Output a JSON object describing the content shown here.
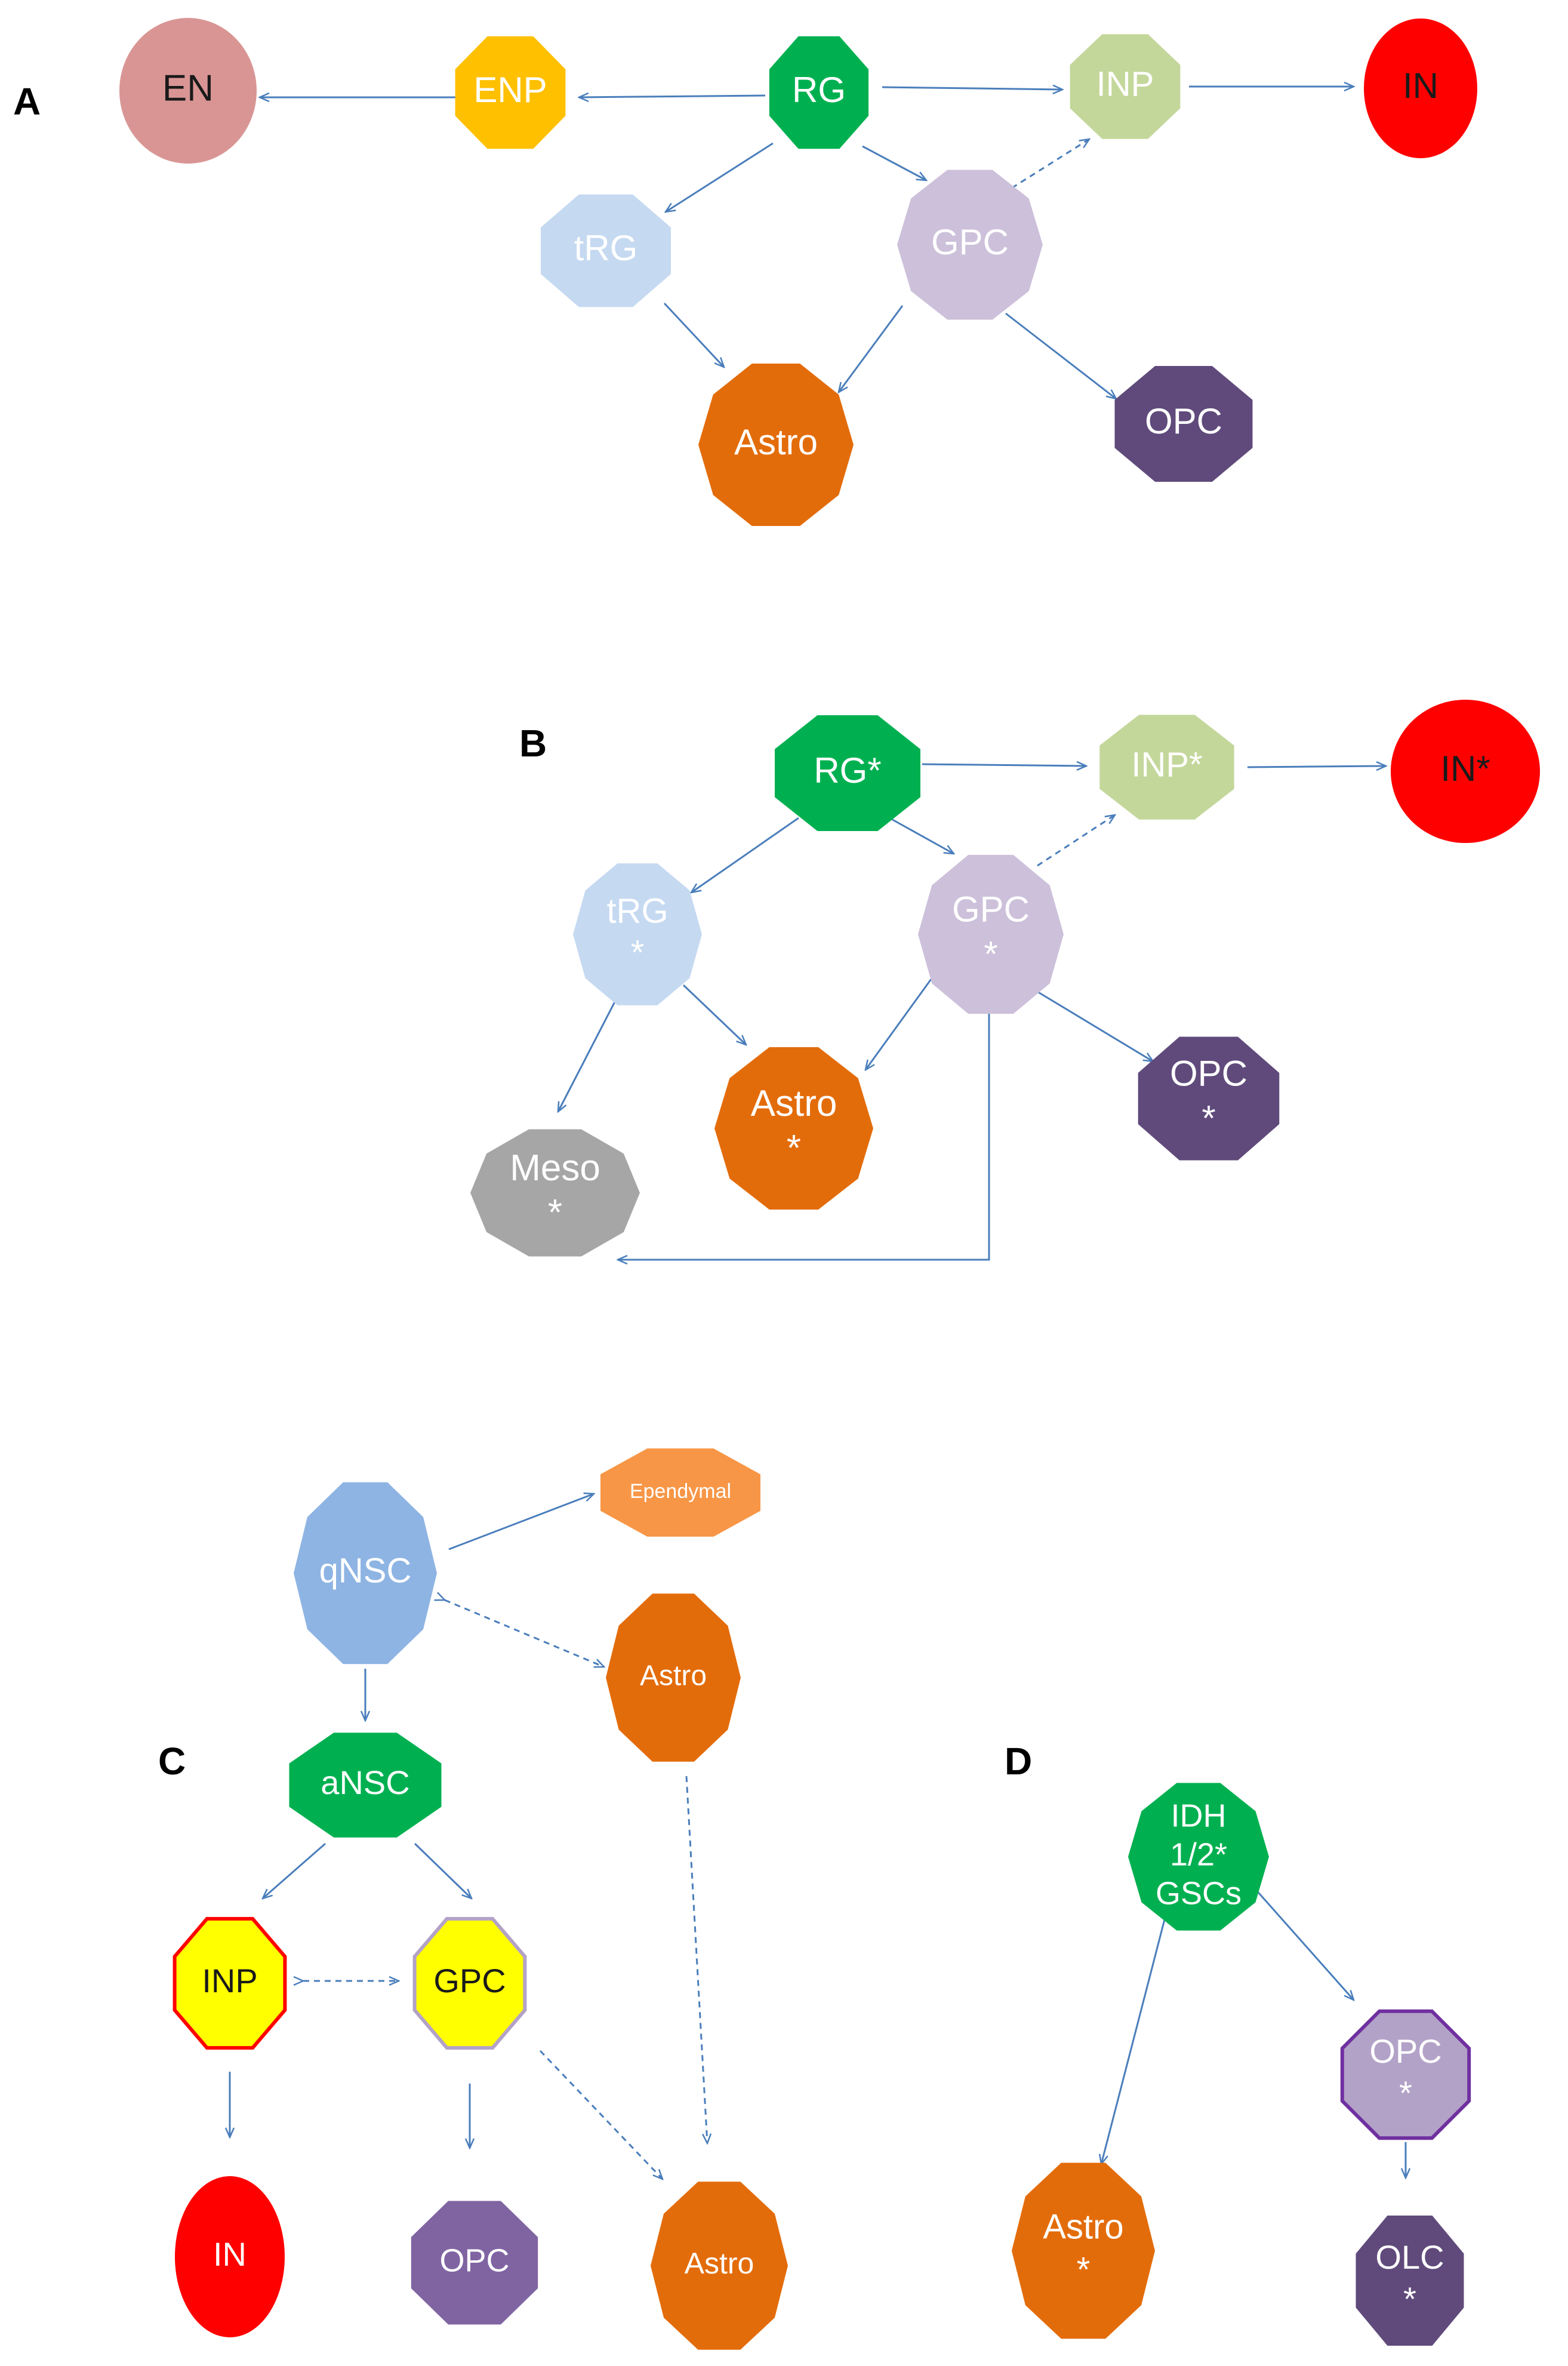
{
  "colors": {
    "arrow": "#4a7ebb"
  },
  "panels": {
    "A": {
      "label": "A",
      "nodes": {
        "EN": {
          "label": "EN",
          "fill": "#d99594"
        },
        "ENP": {
          "label": "ENP",
          "fill": "#ffc000"
        },
        "RG": {
          "label": "RG",
          "fill": "#00b050"
        },
        "INP": {
          "label": "INP",
          "fill": "#c4d79b"
        },
        "IN": {
          "label": "IN",
          "fill": "#ff0000"
        },
        "tRG": {
          "label": "tRG",
          "fill": "#c5d9f1"
        },
        "GPC": {
          "label": "GPC",
          "fill": "#ccc0da"
        },
        "Astro": {
          "label": "Astro",
          "fill": "#e36c0a"
        },
        "OPC": {
          "label": "OPC",
          "fill": "#604a7b"
        }
      }
    },
    "B": {
      "label": "B",
      "nodes": {
        "RG": {
          "label": "RG*",
          "fill": "#00b050"
        },
        "INP": {
          "label": "INP*",
          "fill": "#c4d79b"
        },
        "IN": {
          "label": "IN*",
          "fill": "#ff0000"
        },
        "tRG": {
          "label": "tRG",
          "label2": "*",
          "fill": "#c5d9f1"
        },
        "GPC": {
          "label": "GPC",
          "label2": "*",
          "fill": "#ccc0da"
        },
        "Astro": {
          "label": "Astro",
          "label2": "*",
          "fill": "#e36c0a"
        },
        "OPC": {
          "label": "OPC",
          "label2": "*",
          "fill": "#604a7b"
        },
        "Meso": {
          "label": "Meso",
          "label2": "*",
          "fill": "#a6a6a6"
        }
      }
    },
    "C": {
      "label": "C",
      "nodes": {
        "qNSC": {
          "label": "qNSC",
          "fill": "#8eb4e3"
        },
        "Ependymal": {
          "label": "Ependymal",
          "fill": "#f79646"
        },
        "AstroTop": {
          "label": "Astro",
          "fill": "#e36c0a"
        },
        "aNSC": {
          "label": "aNSC",
          "fill": "#00b050"
        },
        "INP": {
          "label": "INP",
          "fill": "#ffff00",
          "stroke": "#ff0000"
        },
        "GPC": {
          "label": "GPC",
          "fill": "#ffff00",
          "stroke": "#b3a2c7"
        },
        "IN": {
          "label": "IN",
          "fill": "#ff0000"
        },
        "OPC": {
          "label": "OPC",
          "fill": "#8064a2"
        },
        "AstroBottom": {
          "label": "Astro",
          "fill": "#e36c0a"
        }
      }
    },
    "D": {
      "label": "D",
      "nodes": {
        "GSC": {
          "label": "IDH",
          "label2": "1/2*",
          "label3": "GSCs",
          "fill": "#00b050"
        },
        "Astro": {
          "label": "Astro",
          "label2": "*",
          "fill": "#e36c0a"
        },
        "OPC": {
          "label": "OPC",
          "label2": "*",
          "fill": "#b3a2c7",
          "stroke": "#7030a0"
        },
        "OLC": {
          "label": "OLC",
          "label2": "*",
          "fill": "#604a7b"
        }
      }
    }
  }
}
